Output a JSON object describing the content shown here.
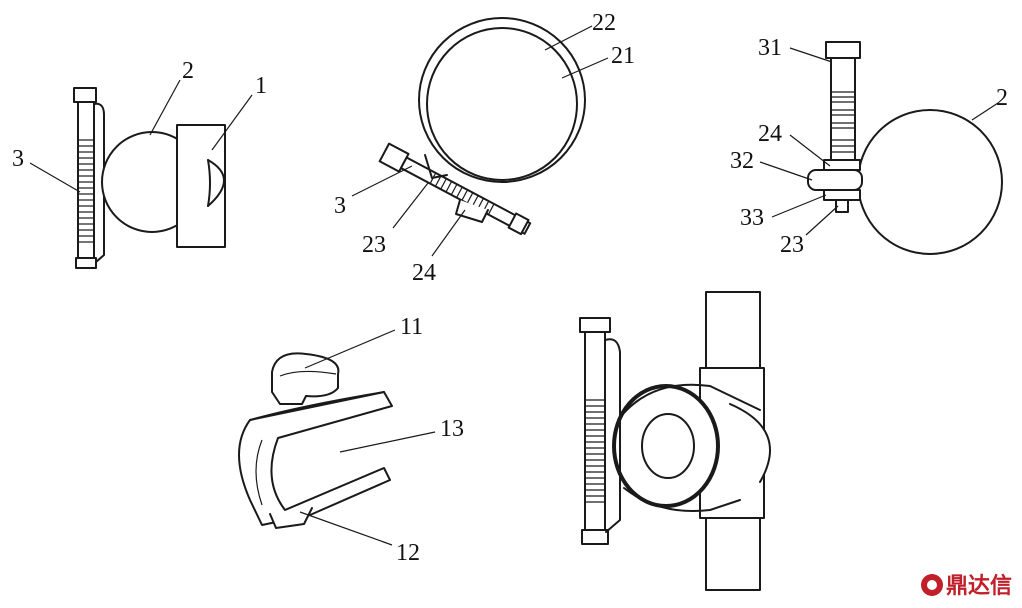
{
  "labels": {
    "fig1": [
      "3",
      "2",
      "1"
    ],
    "fig2": [
      "22",
      "21",
      "3",
      "23",
      "24"
    ],
    "fig3": [
      "31",
      "2",
      "24",
      "32",
      "33",
      "23"
    ],
    "fig4": [
      "11",
      "13",
      "12"
    ]
  },
  "watermark": {
    "text": "鼎达信",
    "icon": "logo-icon"
  }
}
